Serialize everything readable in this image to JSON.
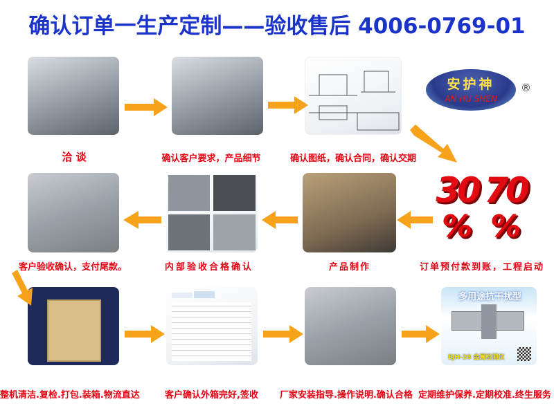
{
  "header": {
    "title": "确认订单一生产定制——验收售后 4006-0769-01"
  },
  "logo": {
    "chinese": "安护神",
    "english": "AN HU SHEN",
    "registered": "®"
  },
  "payment": {
    "deposit": "30",
    "balance": "70",
    "percent_sign": "%"
  },
  "steps": [
    {
      "label": "洽 谈",
      "icon": "negotiation-photo"
    },
    {
      "label": "确认客户要求，产品细节",
      "icon": "machine-photo"
    },
    {
      "label": "确认图纸，确认合同，确认交期",
      "icon": "drawing-photo"
    },
    {
      "label": "订单预付款到账，工程启动",
      "icon": "percent-graphic"
    },
    {
      "label": "产品制作",
      "icon": "production-photo"
    },
    {
      "label": "内部验收合格确认",
      "icon": "inspection-photo"
    },
    {
      "label": "客户验收确认，支付尾款。",
      "icon": "acceptance-photo"
    },
    {
      "label": "整机清洁.复检.打包.装箱.物流直达",
      "icon": "packing-photo"
    },
    {
      "label": "客户确认外箱完好,签收",
      "icon": "tracking-screenshot"
    },
    {
      "label": "厂家安装指导.操作说明.确认合格",
      "icon": "installation-photo"
    },
    {
      "label": "定期维护保养.定期校准.终生服务",
      "icon": "product-photo"
    }
  ],
  "product": {
    "slogan": "多用途抗干扰型",
    "model": "EJH-28 金属检测仪"
  },
  "colors": {
    "title": "#1a33c8",
    "label": "#e60012",
    "arrow": "#f7a21b"
  }
}
